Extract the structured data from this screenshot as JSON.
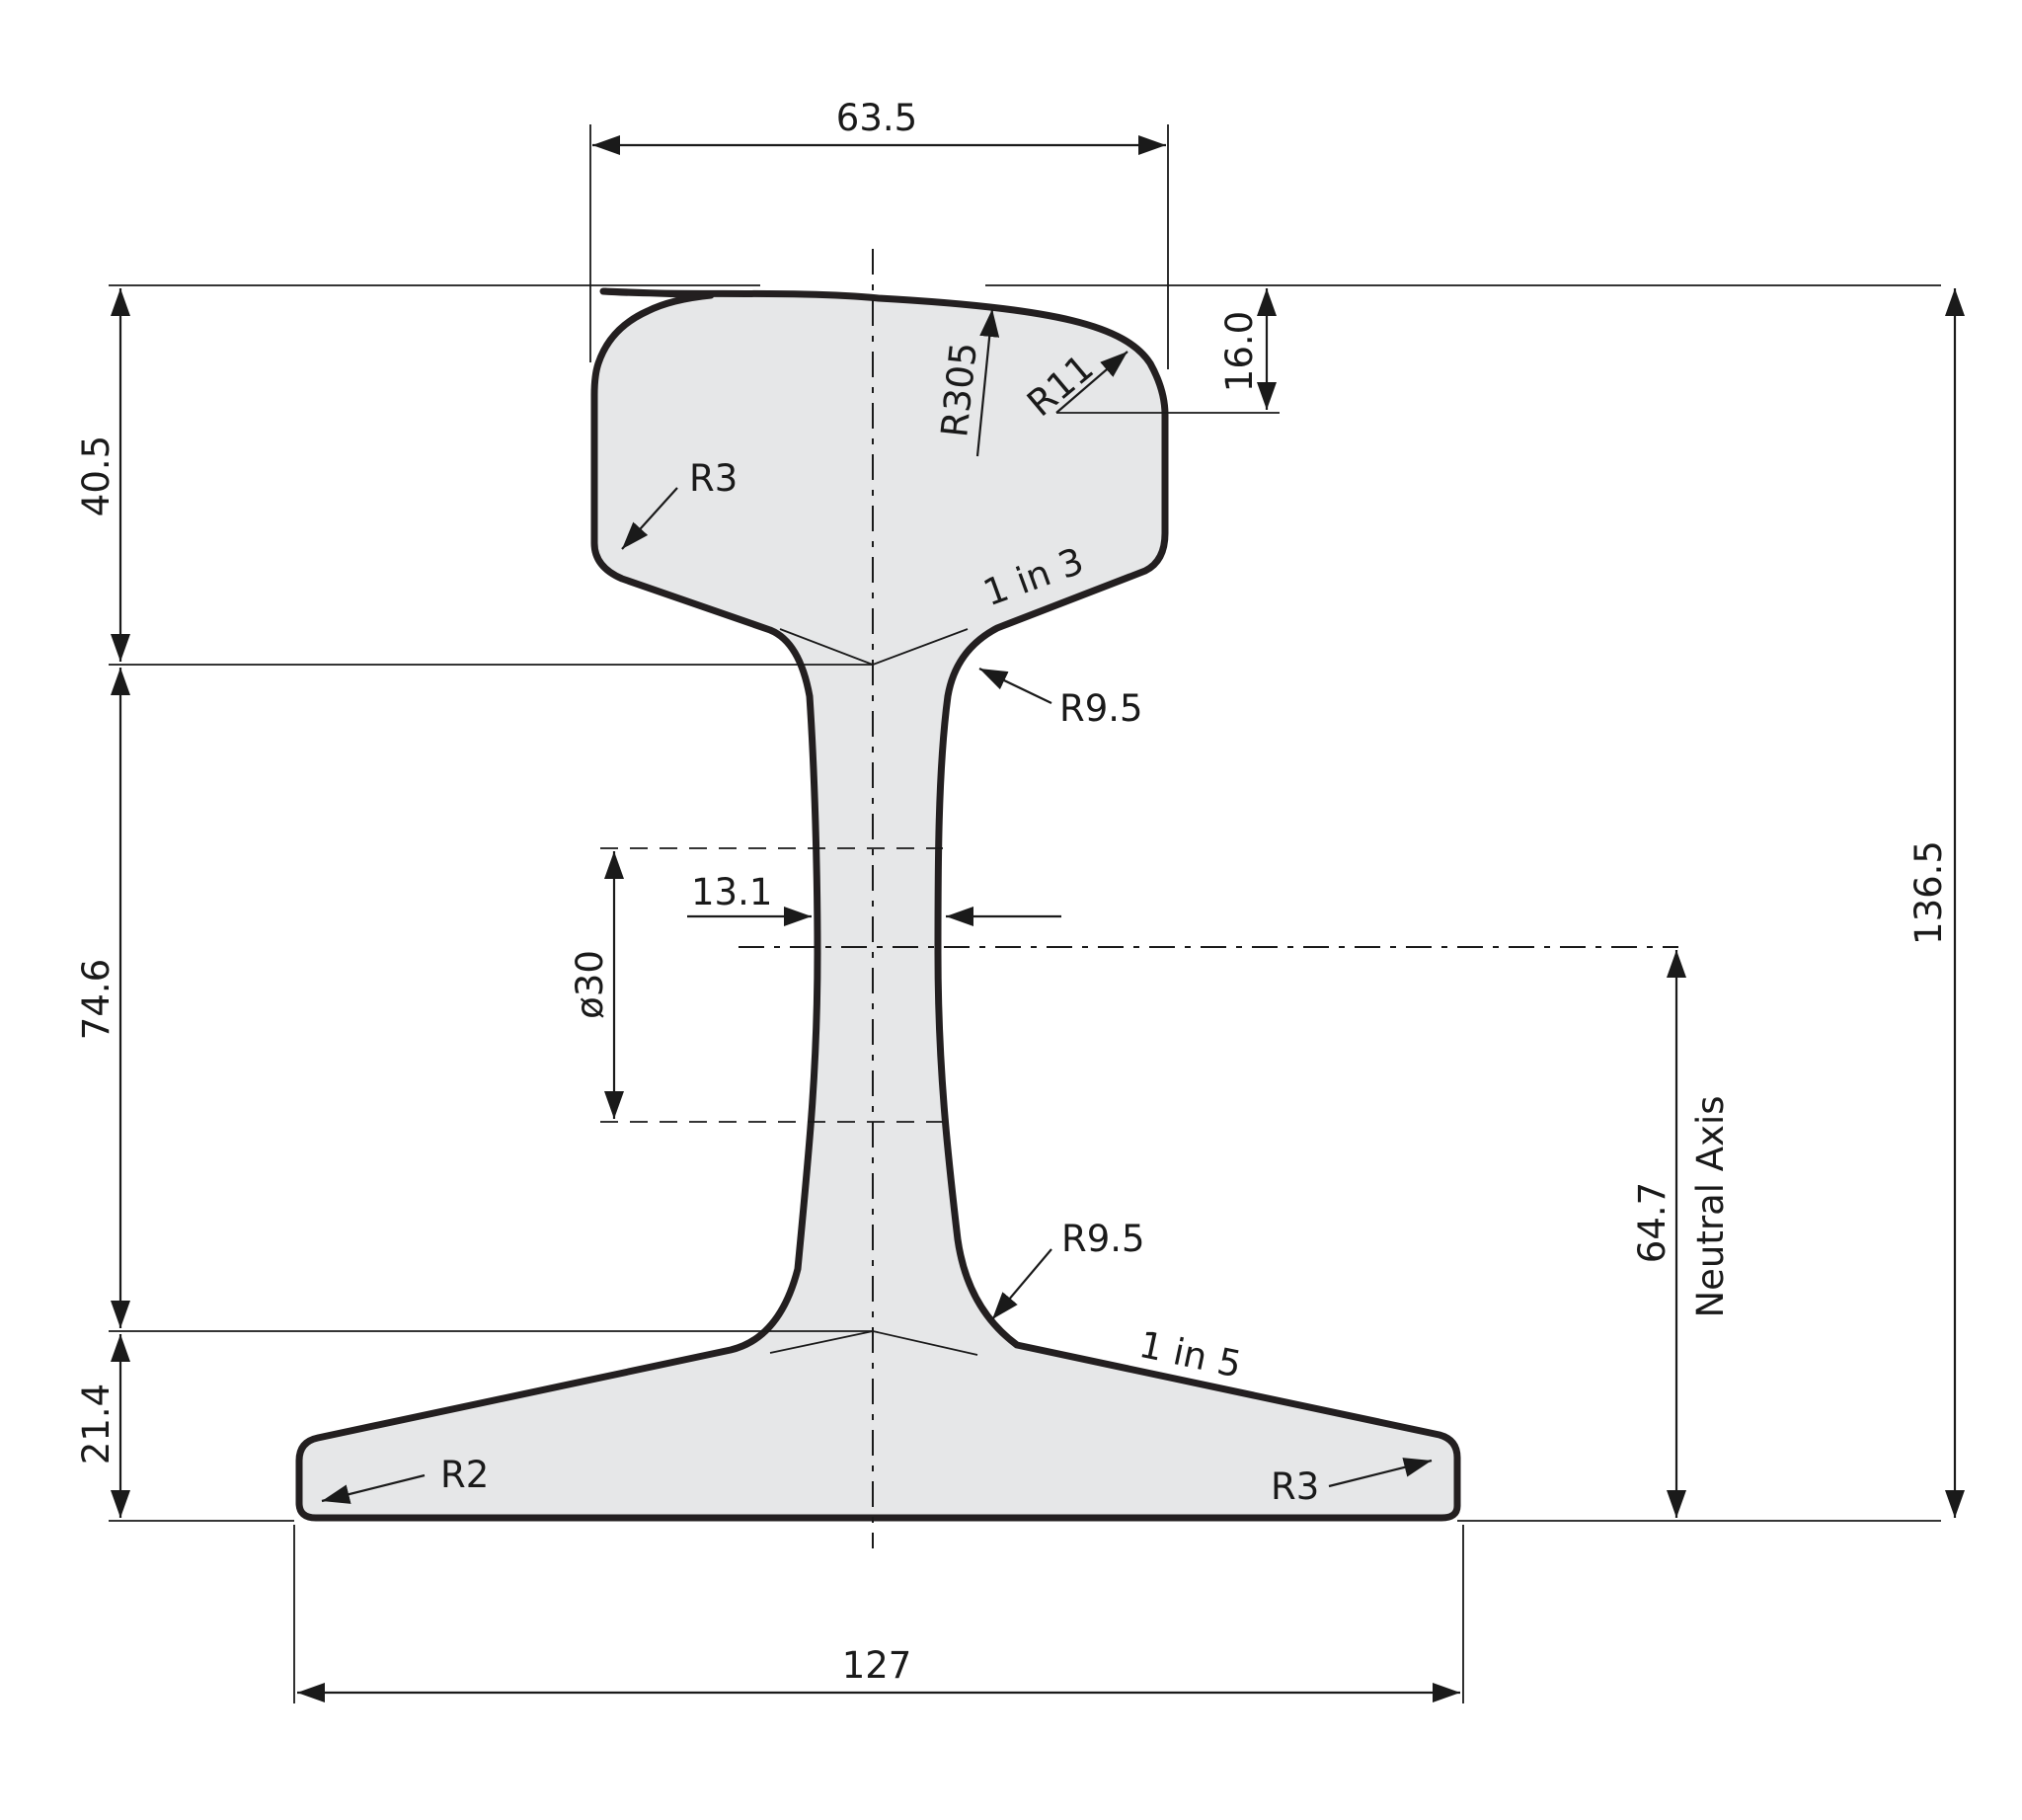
{
  "drawing": {
    "fill_color": "#e6e7e8",
    "outline_color": "#231f20",
    "line_color": "#1a1a1a"
  },
  "labels": {
    "head_width": "63.5",
    "head_depth": "40.5",
    "web_depth": "74.6",
    "foot_depth": "21.4",
    "total_height": "136.5",
    "head_top_radius_depth": "16.0",
    "crown_radius": "R305",
    "corner_radius": "R11",
    "head_fillet": "R3",
    "head_slope": "1 in 3",
    "web_fillet_top": "R9.5",
    "web_thickness": "13.1",
    "hole_diameter": "ø30",
    "web_fillet_bottom": "R9.5",
    "foot_slope": "1 in 5",
    "foot_edge_left": "R2",
    "foot_edge_right": "R3",
    "neutral_axis_height": "64.7",
    "neutral_axis": "Neutral Axis",
    "foot_width": "127"
  }
}
